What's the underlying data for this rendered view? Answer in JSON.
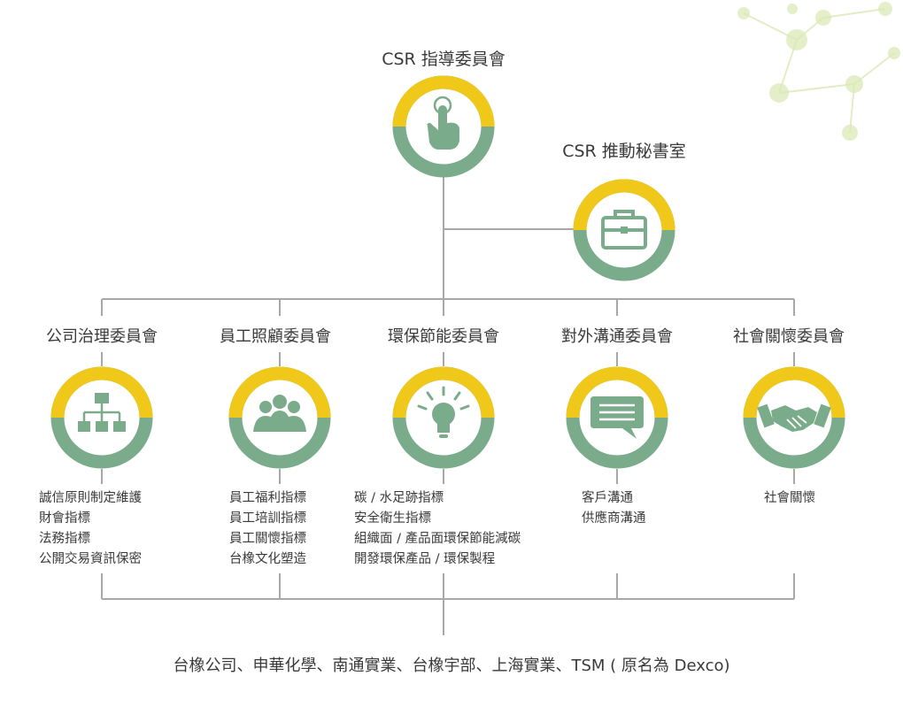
{
  "top": {
    "title": "CSR 指導委員會",
    "icon": "tap-finger-icon"
  },
  "secretariat": {
    "title": "CSR 推動秘書室",
    "icon": "briefcase-icon"
  },
  "committees": [
    {
      "name": "公司治理委員會",
      "icon": "org-chart-icon",
      "items": [
        "誠信原則制定維護",
        "財會指標",
        "法務指標",
        "公開交易資訊保密"
      ]
    },
    {
      "name": "員工照顧委員會",
      "icon": "people-group-icon",
      "items": [
        "員工福利指標",
        "員工培訓指標",
        "員工關懷指標",
        "台橡文化塑造"
      ]
    },
    {
      "name": "環保節能委員會",
      "icon": "lightbulb-icon",
      "items": [
        "碳 / 水足跡指標",
        "安全衛生指標",
        "組織面 / 產品面環保節能減碳",
        "開發環保產品 / 環保製程"
      ]
    },
    {
      "name": "對外溝通委員會",
      "icon": "speech-bubble-icon",
      "items": [
        "客戶溝通",
        "供應商溝通"
      ]
    },
    {
      "name": "社會關懷委員會",
      "icon": "handshake-icon",
      "items": [
        "社會關懷"
      ]
    }
  ],
  "bottom": {
    "companies": "台橡公司、申華化學、南通實業、台橡宇部、上海實業、TSM ( 原名為 Dexco)"
  },
  "colors": {
    "yellow": "#efc81a",
    "green": "#7aab8a",
    "line": "#a8a8a8",
    "text": "#3a3a3a",
    "decor": "#d8e8b0"
  }
}
